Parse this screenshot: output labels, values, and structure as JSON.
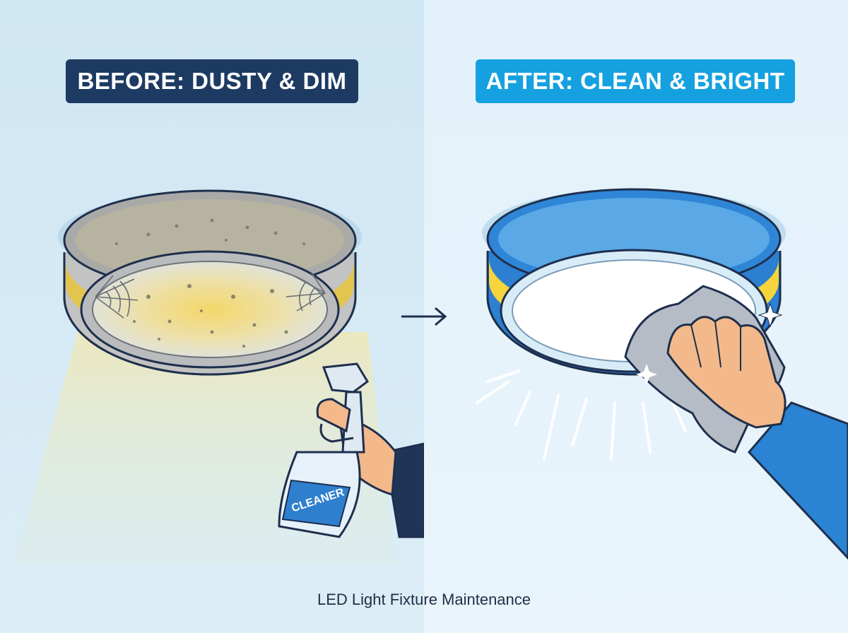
{
  "before_label": "BEFORE: DUSTY & DIM",
  "after_label": "AFTER: CLEAN & BRIGHT",
  "cleaner_text": "CLEANER",
  "caption": "LED Light Fixture Maintenance"
}
